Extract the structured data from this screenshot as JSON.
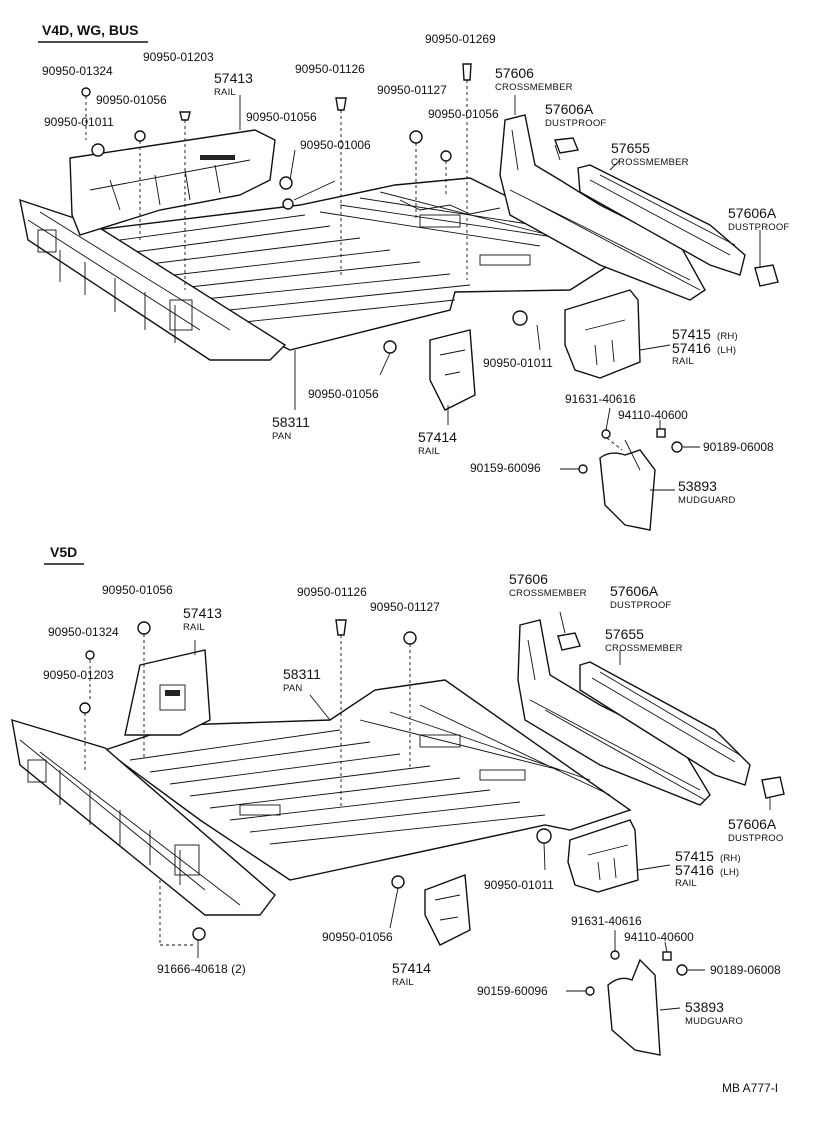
{
  "sections": {
    "top": {
      "title": "V4D, WG, BUS",
      "labels": {
        "p_90950_01203": "90950-01203",
        "p_90950_01324": "90950-01324",
        "p_57413": "57413",
        "n_57413": "RAIL",
        "p_90950_01056_a": "90950-01056",
        "p_90950_01011_a": "90950-01011",
        "p_90950_01126": "90950-01126",
        "p_90950_01056_b": "90950-01056",
        "p_90950_01006": "90950-01006",
        "p_90950_01269": "90950-01269",
        "p_90950_01127": "90950-01127",
        "p_90950_01056_c": "90950-01056",
        "p_57606": "57606",
        "n_57606": "CROSSMEMBER",
        "p_57606A_a": "57606A",
        "n_57606A_a": "DUSTPROOF",
        "p_57655": "57655",
        "n_57655": "CROSSMEMBER",
        "p_57606A_b": "57606A",
        "n_57606A_b": "DUSTPROOF",
        "p_57415": "57415",
        "s_57415": "(RH)",
        "p_57416": "57416",
        "s_57416": "(LH)",
        "n_57415": "RAIL",
        "p_90950_01011_b": "90950-01011",
        "p_90950_01056_d": "90950-01056",
        "p_58311": "58311",
        "n_58311": "PAN",
        "p_57414": "57414",
        "n_57414": "RAIL",
        "p_91631_40616": "91631-40616",
        "p_94110_40600": "94110-40600",
        "p_90189_06008": "90189-06008",
        "p_90159_60096": "90159-60096",
        "p_53893": "53893",
        "n_53893": "MUDGUARD"
      }
    },
    "bottom": {
      "title": "V5D",
      "labels": {
        "p_90950_01056_a": "90950-01056",
        "p_90950_01324": "90950-01324",
        "p_57413": "57413",
        "n_57413": "RAIL",
        "p_90950_01203": "90950-01203",
        "p_90950_01126": "90950-01126",
        "p_90950_01127": "90950-01127",
        "p_58311": "58311",
        "n_58311": "PAN",
        "p_57606": "57606",
        "n_57606": "CROSSMEMBER",
        "p_57606A_a": "57606A",
        "n_57606A_a": "DUSTPROOF",
        "p_57655": "57655",
        "n_57655": "CROSSMEMBER",
        "p_57606A_b": "57606A",
        "n_57606A_b": "DUSTPROO",
        "p_57415": "57415",
        "s_57415": "(RH)",
        "p_57416": "57416",
        "s_57416": "(LH)",
        "n_57415": "RAIL",
        "p_90950_01011": "90950-01011",
        "p_90950_01056_b": "90950-01056",
        "p_57414": "57414",
        "n_57414": "RAIL",
        "p_91666_40618": "91666-40618 (2)",
        "p_91631_40616": "91631-40616",
        "p_94110_40600": "94110-40600",
        "p_90189_06008": "90189-06008",
        "p_90159_60096": "90159-60096",
        "p_53893": "53893",
        "n_53893": "MUDGUARO"
      }
    }
  },
  "footer": {
    "code": "MB  A777-I"
  }
}
